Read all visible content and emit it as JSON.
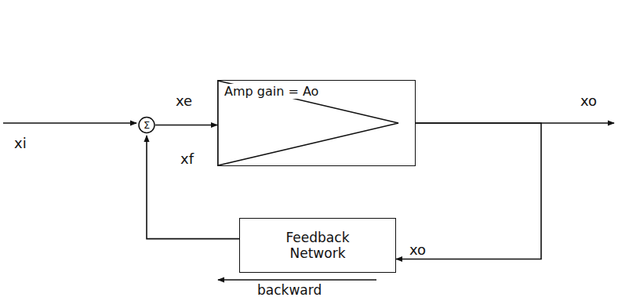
{
  "diagram": {
    "nodes": [
      {
        "text": [
          "Σ"
        ]
      },
      {
        "text": [
          "Amp gain = Ao"
        ]
      },
      {
        "text": [
          "Feedback Network"
        ]
      }
    ],
    "edges": [
      {
        "from": 0,
        "to": 1,
        "arrow": "to",
        "label": "xe"
      },
      {
        "from": 1,
        "to": 2,
        "arrow": "to",
        "label": "xo"
      },
      {
        "from": 2,
        "to": 0,
        "arrow": "to",
        "label": "xf"
      }
    ],
    "labels": [
      "xi",
      "xo",
      "backward"
    ]
  }
}
